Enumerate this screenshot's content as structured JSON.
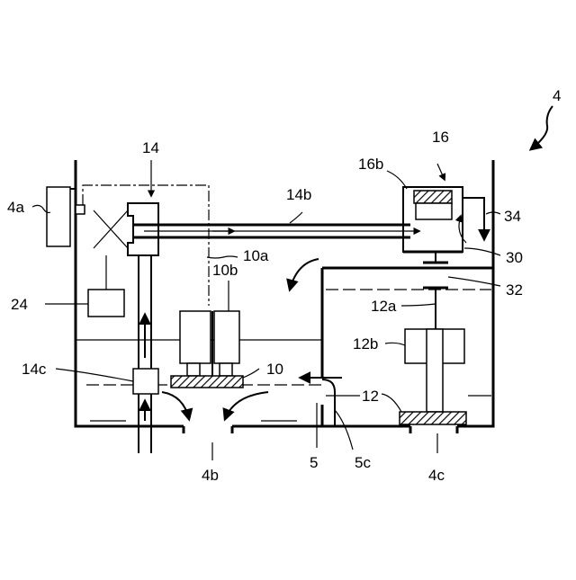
{
  "figure": {
    "labels": {
      "tank": "4",
      "vent": "4a",
      "drain_left": "4b",
      "drain_right": "4c",
      "partition": "5",
      "partition_gap": "5c",
      "heater": "10",
      "wire": "10a",
      "heater_block": "10b",
      "agitator": "12",
      "shaft": "12a",
      "motor": "12b",
      "valve": "14",
      "pipe": "14b",
      "pump": "14c",
      "head": "16",
      "head_top": "16b",
      "controller": "24",
      "nozzle": "30",
      "coupling": "32",
      "return_pipe": "34"
    },
    "colors": {
      "line": "#000000",
      "background": "#ffffff"
    }
  }
}
